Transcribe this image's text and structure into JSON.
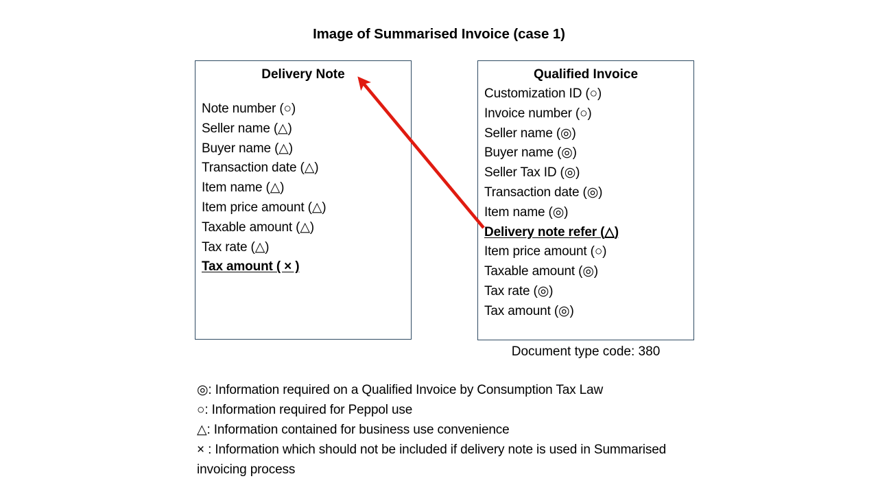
{
  "slide": {
    "title": "Image of Summarised Invoice (case 1)"
  },
  "delivery_note": {
    "title": "Delivery Note",
    "items": [
      "Note number (○)",
      "Seller name (△)",
      "Buyer name (△)",
      "Transaction date (△)",
      "Item name (△)",
      "Item price amount (△)",
      "Taxable amount (△)",
      "Tax rate (△)",
      "Tax amount ( × )"
    ],
    "emphasized_index": 8
  },
  "qualified_invoice": {
    "title": "Qualified Invoice",
    "items": [
      "Customization ID (○)",
      "Invoice number (○)",
      "Seller name (◎)",
      "Buyer name (◎)",
      "Seller Tax ID (◎)",
      "Transaction date (◎)",
      "Item name (◎)",
      "Delivery note refer (△)",
      "Item price amount (○)",
      "Taxable amount (◎)",
      "Tax rate (◎)",
      "Tax amount (◎)"
    ],
    "emphasized_index": 7,
    "document_type_code": "Document type code: 380"
  },
  "legend": {
    "rows": [
      "◎: Information required on a Qualified Invoice by Consumption Tax Law",
      "○: Information required for Peppol use",
      "△: Information contained for business use convenience",
      "× : Information which should not be included if delivery note is used in Summarised invoicing process"
    ]
  },
  "arrow": {
    "color": "#E01B10",
    "from_label": "Delivery note refer (△)",
    "to_label": "Delivery Note"
  },
  "colors": {
    "box_border": "#2E4A62",
    "text": "#000000",
    "background": "#FFFFFF",
    "arrow_red": "#E01B10"
  }
}
